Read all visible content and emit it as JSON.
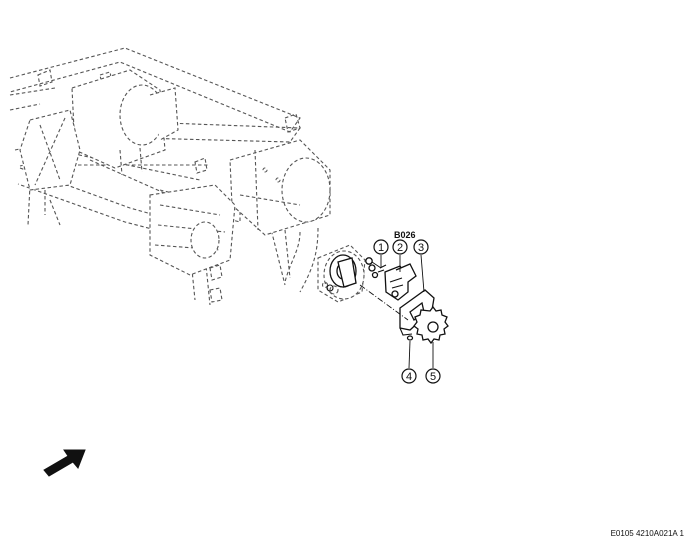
{
  "component_code": "B026",
  "callouts": [
    "1",
    "2",
    "3",
    "4",
    "5"
  ],
  "figure_reference": "E0105 4210A021A 1",
  "icons": {
    "direction_arrow": "forward-direction-arrow-icon"
  }
}
